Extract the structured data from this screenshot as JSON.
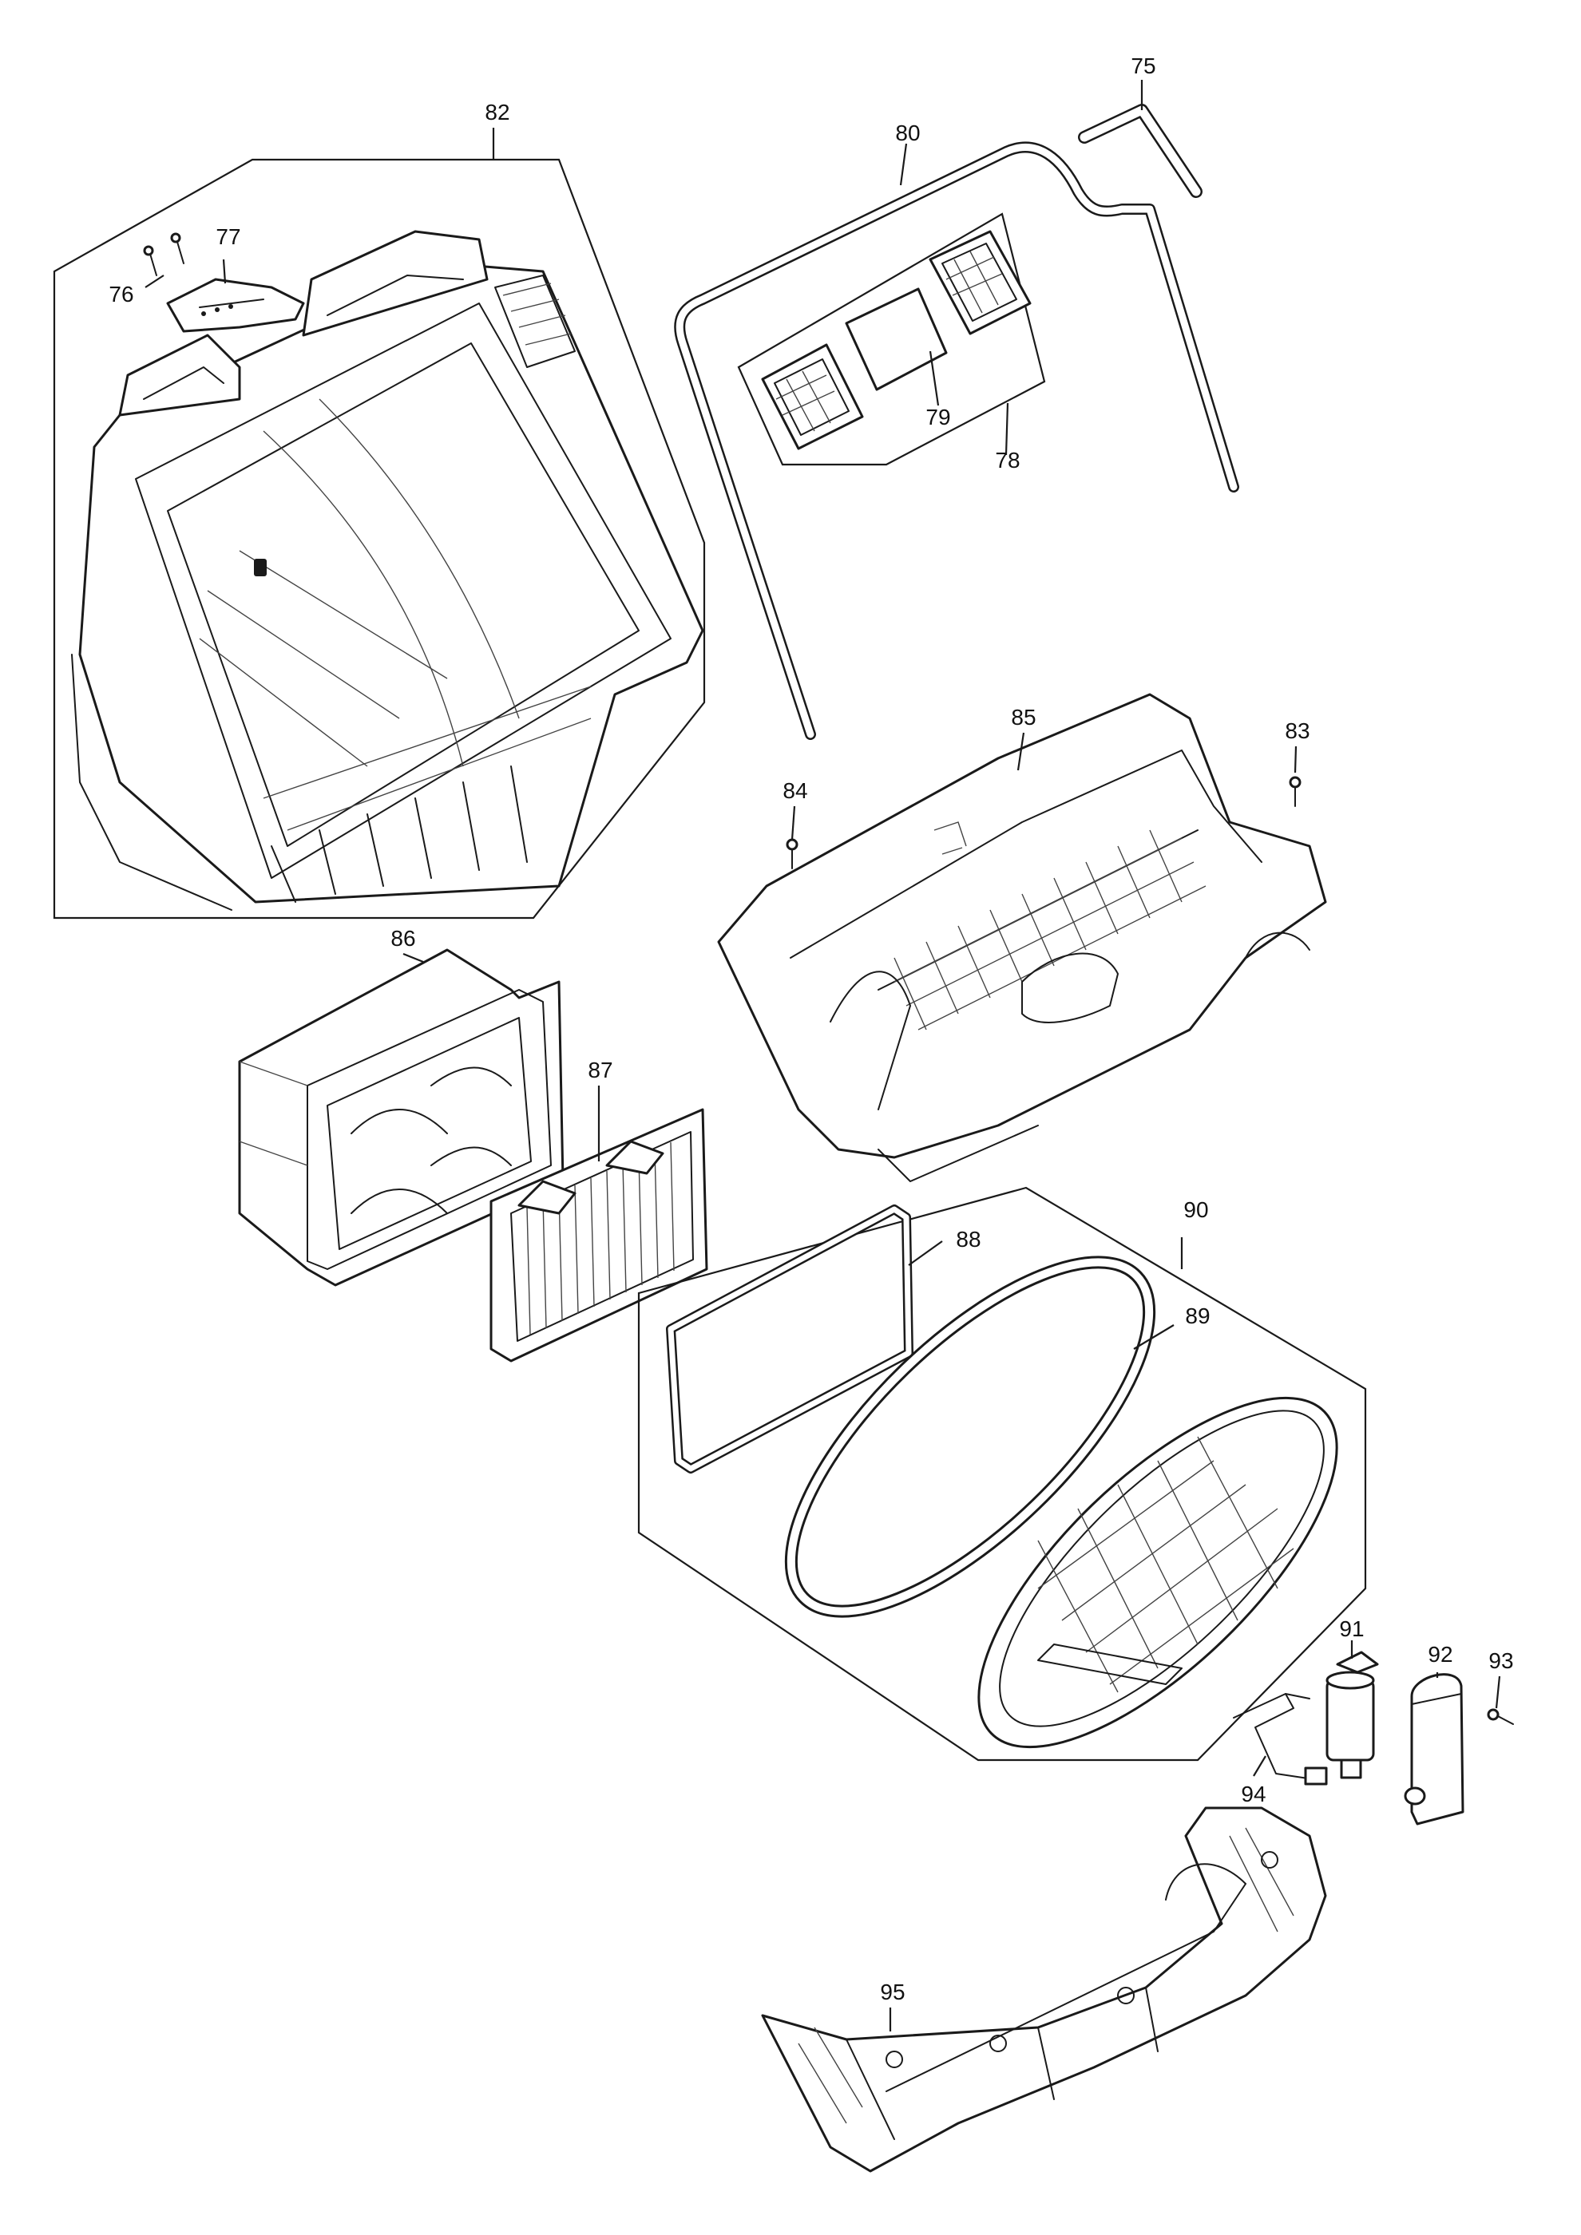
{
  "diagram": {
    "type": "exploded-parts-view",
    "callouts": [
      {
        "id": "c75",
        "label": "75"
      },
      {
        "id": "c76",
        "label": "76"
      },
      {
        "id": "c77",
        "label": "77"
      },
      {
        "id": "c78",
        "label": "78"
      },
      {
        "id": "c79",
        "label": "79"
      },
      {
        "id": "c80",
        "label": "80"
      },
      {
        "id": "c82",
        "label": "82"
      },
      {
        "id": "c83",
        "label": "83"
      },
      {
        "id": "c84",
        "label": "84"
      },
      {
        "id": "c85",
        "label": "85"
      },
      {
        "id": "c86",
        "label": "86"
      },
      {
        "id": "c87",
        "label": "87"
      },
      {
        "id": "c88",
        "label": "88"
      },
      {
        "id": "c89",
        "label": "89"
      },
      {
        "id": "c90",
        "label": "90"
      },
      {
        "id": "c91",
        "label": "91"
      },
      {
        "id": "c92",
        "label": "92"
      },
      {
        "id": "c93",
        "label": "93"
      },
      {
        "id": "c94",
        "label": "94"
      },
      {
        "id": "c95",
        "label": "95"
      }
    ]
  }
}
